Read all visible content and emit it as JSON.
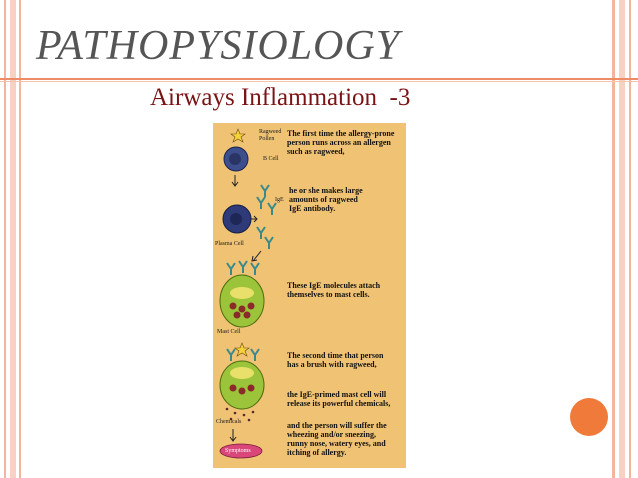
{
  "slide": {
    "title": "PATHOPYSIOLOGY",
    "subtitle": "Airways Inflammation  -3"
  },
  "diagram": {
    "labels": {
      "ragweed": "Ragweed",
      "pollen": "Pollen",
      "b_cell": "B Cell",
      "ige": "IgE",
      "plasma_cell": "Plasma Cell",
      "mast_cell": "Mast Cell",
      "chemicals": "Chemicals",
      "symptoms": "Symptoms"
    },
    "captions": [
      "The first time the allergy-prone\nperson runs across an allergen\nsuch as ragweed,",
      "he or she makes large\namounts of ragweed\nIgE antibody.",
      "These IgE molecules attach\nthemselves to mast cells.",
      "The second time that person\nhas a brush with ragweed,",
      "the IgE-primed mast cell will\nrelease its powerful chemicals,",
      "and the person will suffer the\nwheezing and/or sneezing,\nrunny nose, watery eyes, and\nitching of allergy."
    ]
  },
  "colors": {
    "accent": "#f07a3a",
    "panel": "#efc274",
    "subtitle": "#7a1414",
    "title": "#555555"
  }
}
